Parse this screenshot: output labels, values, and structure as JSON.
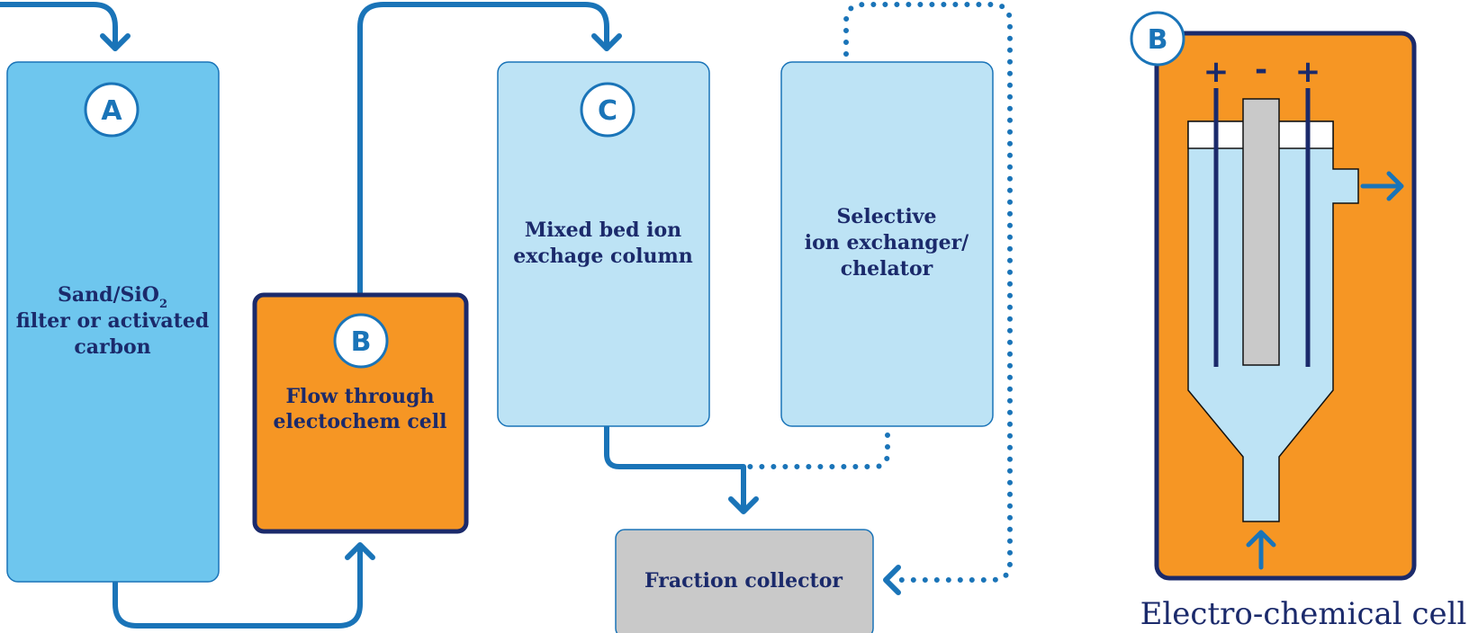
{
  "colors": {
    "flow": "#1a74b8",
    "text": "#1b2a6b",
    "filter": "#6ec6ee",
    "column": "#bde3f5",
    "cell": "#f69624",
    "collector": "#c9c9c9"
  },
  "components": {
    "filter": {
      "badge": "A",
      "line1": "Sand/SiO",
      "subscript": "2",
      "line2": "filter or activated",
      "line3": "carbon"
    },
    "cell": {
      "badge": "B",
      "line1": "Flow through",
      "line2": "electochem cell"
    },
    "mixed_bed": {
      "badge": "C",
      "line1": "Mixed bed ion",
      "line2": "exchage column"
    },
    "selective": {
      "line1": "Selective",
      "line2": "ion exchanger/",
      "line3": "chelator"
    },
    "collector": {
      "label": "Fraction collector"
    }
  },
  "detail": {
    "badge": "B",
    "signs": [
      "+",
      "-",
      "+"
    ],
    "caption": "Electro-chemical cell"
  }
}
